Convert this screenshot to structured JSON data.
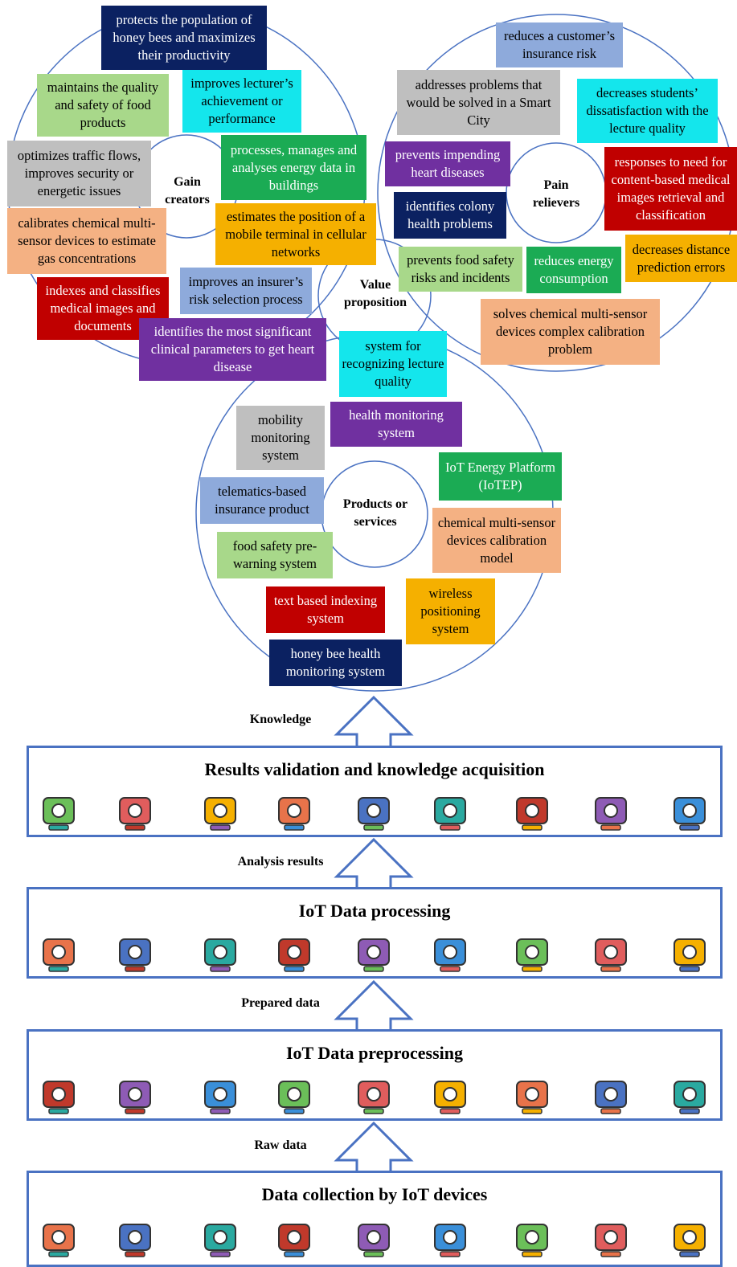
{
  "colors": {
    "navy": "#0b2161",
    "cyan": "#14e6ec",
    "lightgreen": "#a8d88a",
    "gray": "#bfbfbf",
    "green": "#1bab54",
    "orange": "#f5b000",
    "salmon": "#f4b183",
    "red": "#c00000",
    "blue": "#8eaadb",
    "purple": "#7030a0",
    "outline": "#4a72c2"
  },
  "circles": {
    "gain": "Gain creators",
    "pain": "Pain relievers",
    "value": "Value proposition",
    "products": "Products or services"
  },
  "boxes": [
    {
      "id": "b1",
      "color": "navy",
      "text": "protects the population of honey bees and maximizes their productivity"
    },
    {
      "id": "b2",
      "color": "lightgreen",
      "text": "maintains the quality and safety of food products"
    },
    {
      "id": "b3",
      "color": "cyan",
      "text": "improves lecturer’s achievement or performance"
    },
    {
      "id": "b4",
      "color": "gray",
      "text": "optimizes traffic flows, improves security or energetic issues"
    },
    {
      "id": "b5",
      "color": "green",
      "text": "processes, manages and analyses energy data in buildings"
    },
    {
      "id": "b6",
      "color": "salmon",
      "text": "calibrates chemical multi-sensor devices to estimate gas concentrations"
    },
    {
      "id": "b7",
      "color": "orange",
      "text": "estimates the position of a mobile terminal in cellular networks"
    },
    {
      "id": "b8",
      "color": "red",
      "text": "indexes and classifies medical images and documents"
    },
    {
      "id": "b9",
      "color": "blue",
      "text": "improves an insurer’s risk selection process"
    },
    {
      "id": "b10",
      "color": "purple",
      "text": "identifies the most significant clinical parameters to get heart disease"
    },
    {
      "id": "b11",
      "color": "blue",
      "text": "reduces a customer’s insurance risk"
    },
    {
      "id": "b12",
      "color": "gray",
      "text": "addresses problems that would be solved in a Smart City"
    },
    {
      "id": "b13",
      "color": "cyan",
      "text": "decreases students’ dissatisfaction with the lecture quality"
    },
    {
      "id": "b14",
      "color": "purple",
      "text": "prevents impending heart diseases"
    },
    {
      "id": "b15",
      "color": "red",
      "text": "responses to need for content-based medical images retrieval and classification"
    },
    {
      "id": "b16",
      "color": "navy",
      "text": "identifies colony health problems"
    },
    {
      "id": "b17",
      "color": "orange",
      "text": "decreases distance prediction errors"
    },
    {
      "id": "b18",
      "color": "lightgreen",
      "text": "prevents food safety risks and incidents"
    },
    {
      "id": "b19",
      "color": "green",
      "text": "reduces energy consumption"
    },
    {
      "id": "b20",
      "color": "salmon",
      "text": "solves chemical multi-sensor devices complex calibration problem"
    },
    {
      "id": "b21",
      "color": "cyan",
      "text": "system for recognizing lecture quality"
    },
    {
      "id": "b22",
      "color": "gray",
      "text": "mobility monitoring system"
    },
    {
      "id": "b23",
      "color": "purple",
      "text": "health monitoring system"
    },
    {
      "id": "b24",
      "color": "green",
      "text": "IoT Energy Platform (IoTEP)"
    },
    {
      "id": "b25",
      "color": "blue",
      "text": "telematics-based insurance product"
    },
    {
      "id": "b26",
      "color": "salmon",
      "text": "chemical multi-sensor devices calibration model"
    },
    {
      "id": "b27",
      "color": "lightgreen",
      "text": "food safety pre-warning system"
    },
    {
      "id": "b28",
      "color": "orange",
      "text": "wireless positioning system"
    },
    {
      "id": "b29",
      "color": "red",
      "text": "text based indexing system"
    },
    {
      "id": "b30",
      "color": "navy",
      "text": "honey bee health monitoring system"
    }
  ],
  "flows": {
    "knowledge": "Knowledge",
    "analysis": "Analysis results",
    "prepared": "Prepared data",
    "raw": "Raw data"
  },
  "panels": {
    "results": {
      "title": "Results validation and knowledge acquisition",
      "icons": [
        "gear-bulb-icon",
        "head-chat-icon",
        "chart-board-icon",
        "target-icon",
        "brain-bulb-icon",
        "head-bulb-icon",
        "head-ideas-icon",
        "puzzle-board-icon",
        "head-pencil-icon"
      ]
    },
    "processing": {
      "title": "IoT Data processing",
      "icons": [
        "documents-magnifier-icon",
        "pie-chart-icon",
        "strategy-paper-icon",
        "gear-head-icon",
        "magnifier-chart-icon",
        "eye-icon",
        "gears-icon",
        "workflow-icon",
        "magnifier-bars-icon"
      ]
    },
    "preprocessing": {
      "title": "IoT Data preprocessing",
      "icons": [
        "server-hand-icon",
        "document-shield-icon",
        "database-magnifier-icon",
        "server-tools-icon",
        "server-refresh-icon",
        "server-eye-icon",
        "database-hands-icon",
        "server-gear-icon",
        "cloud-server-icon"
      ]
    },
    "collection": {
      "title": "Data collection by IoT devices",
      "icons": [
        "monitor-phone-icon",
        "headphones-icon",
        "router-icon",
        "smartphone-icon",
        "cloud-network-icon",
        "antenna-icon",
        "smart-home-icon",
        "satellite-dish-icon",
        "smart-car-icon"
      ]
    }
  }
}
